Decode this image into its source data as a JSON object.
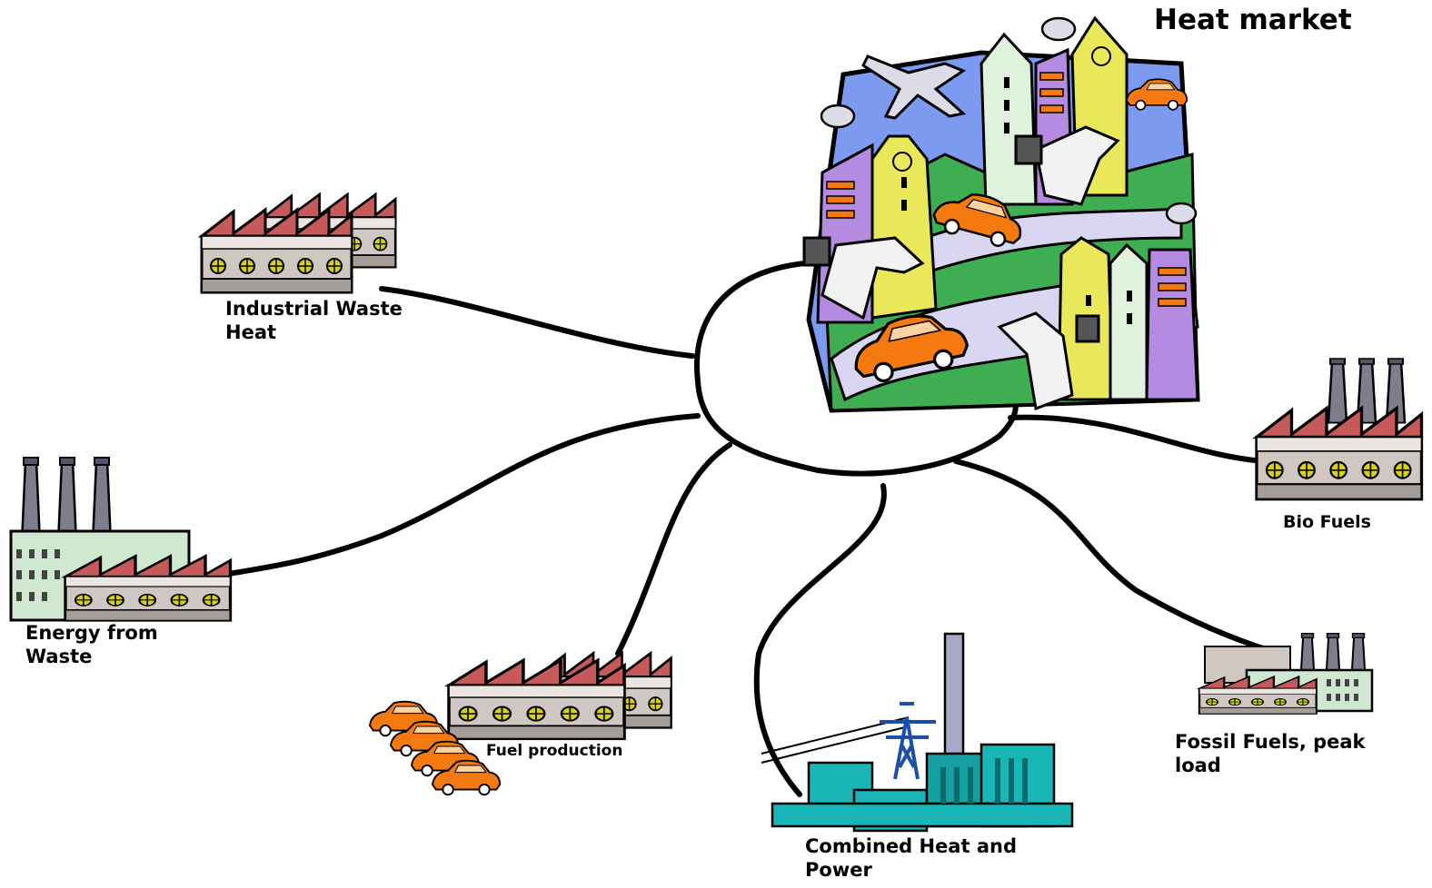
{
  "title": "Heat market",
  "labels": {
    "industrial": "Industrial Waste\nHeat",
    "energy_waste": "Energy from\nWaste",
    "fuel_production": "Fuel production",
    "chp": "Combined Heat and\nPower",
    "fossil": "Fossil Fuels, peak\nload",
    "bio": "Bio Fuels"
  },
  "colors": {
    "roof": "#c65a5a",
    "factory_body": "#cfc7c2",
    "window": "#d8d010",
    "chimney": "#7d7d8c",
    "car": "#f47a10",
    "plant": "#18b6b6",
    "pylon": "#1d4fa6",
    "line": "#000000"
  }
}
